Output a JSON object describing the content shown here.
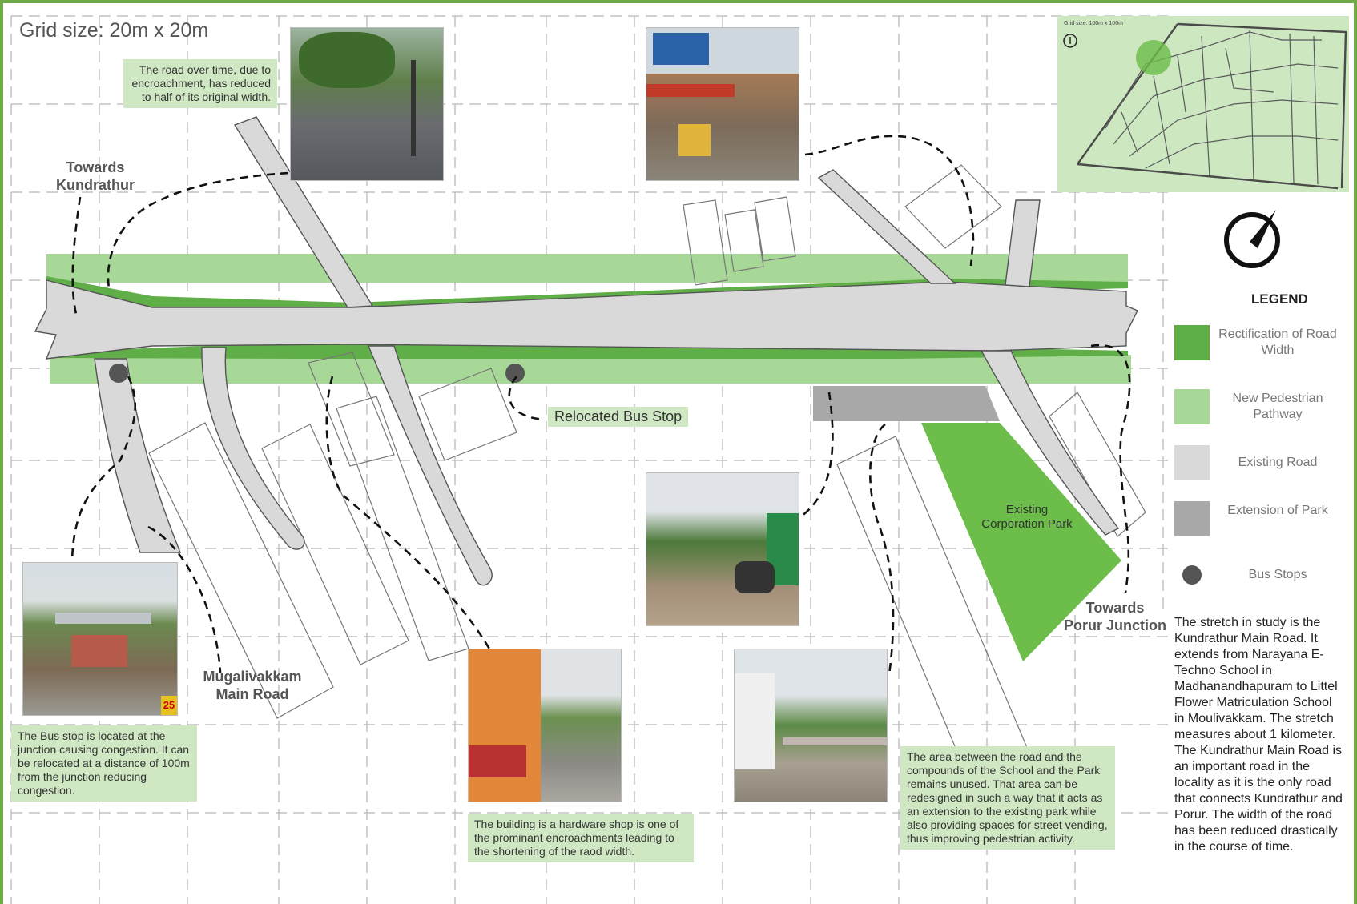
{
  "grid_label": "Grid size: 20m x 20m",
  "colors": {
    "rectification": "#5fae47",
    "pedestrian": "#a8d898",
    "existing_road": "#d9d9d9",
    "park_extension": "#a8a8a8",
    "bus_stop": "#555555",
    "note_bg": "#cfe8c3",
    "frame": "#6cab45"
  },
  "labels": {
    "towards_kundrathur": "Towards\nKundrathur",
    "mugalivakkam": "Mugalivakkam\nMain Road",
    "towards_porur": "Towards\nPorur Junction",
    "relocated_bus_stop": "Relocated Bus Stop",
    "existing_park": "Existing\nCorporation Park"
  },
  "notes": {
    "road_encroachment": "The road over time, due to encroachment, has reduced to half of its original width.",
    "bus_stop": "The Bus stop is located at the junction causing congestion. It can be relocated at a distance of 100m from the junction reducing congestion.",
    "hardware_shop": "The building is a hardware shop is one of the prominant encroachments leading to the shortening of the raod width.",
    "unused_area": "The area between the road and the compounds of the School and the Park remains unused. That area can be redesigned in such a way that it acts as an extension to the existing park while also providing spaces for street vending, thus improving pedestrian activity."
  },
  "photos": {
    "street_wet": "photo-wet-road",
    "shops": "photo-shop-front",
    "bus_shelter": "photo-bus-shelter",
    "bus_shelter_number": "25",
    "hardware_building": "photo-hardware-shop",
    "pedestrians": "photo-pedestrian-street",
    "school_wall": "photo-school-compound"
  },
  "inset_map": {
    "caption": "Grid size: 100m x 100m",
    "north_icon": "north-arrow-icon"
  },
  "north_arrow": "compass-north-icon",
  "legend": {
    "title": "LEGEND",
    "items": [
      {
        "label": "Rectification of Road Width",
        "color": "#5fae47",
        "shape": "square"
      },
      {
        "label": "New Pedestrian Pathway",
        "color": "#a8d898",
        "shape": "square"
      },
      {
        "label": "Existing Road",
        "color": "#d9d9d9",
        "shape": "square"
      },
      {
        "label": "Extension of Park",
        "color": "#a8a8a8",
        "shape": "square"
      },
      {
        "label": "Bus Stops",
        "color": "#555555",
        "shape": "circle"
      }
    ]
  },
  "description": "The stretch in study is the Kundrathur Main Road. It extends from Narayana E-Techno School in Madhanandhapuram to Littel Flower Matriculation School in Moulivakkam. The stretch measures about 1 kilometer. The Kundrathur Main Road is an important road in the locality as it is the only road that connects Kundrathur and Porur. The width of the road has been reduced drastically in the course of time."
}
